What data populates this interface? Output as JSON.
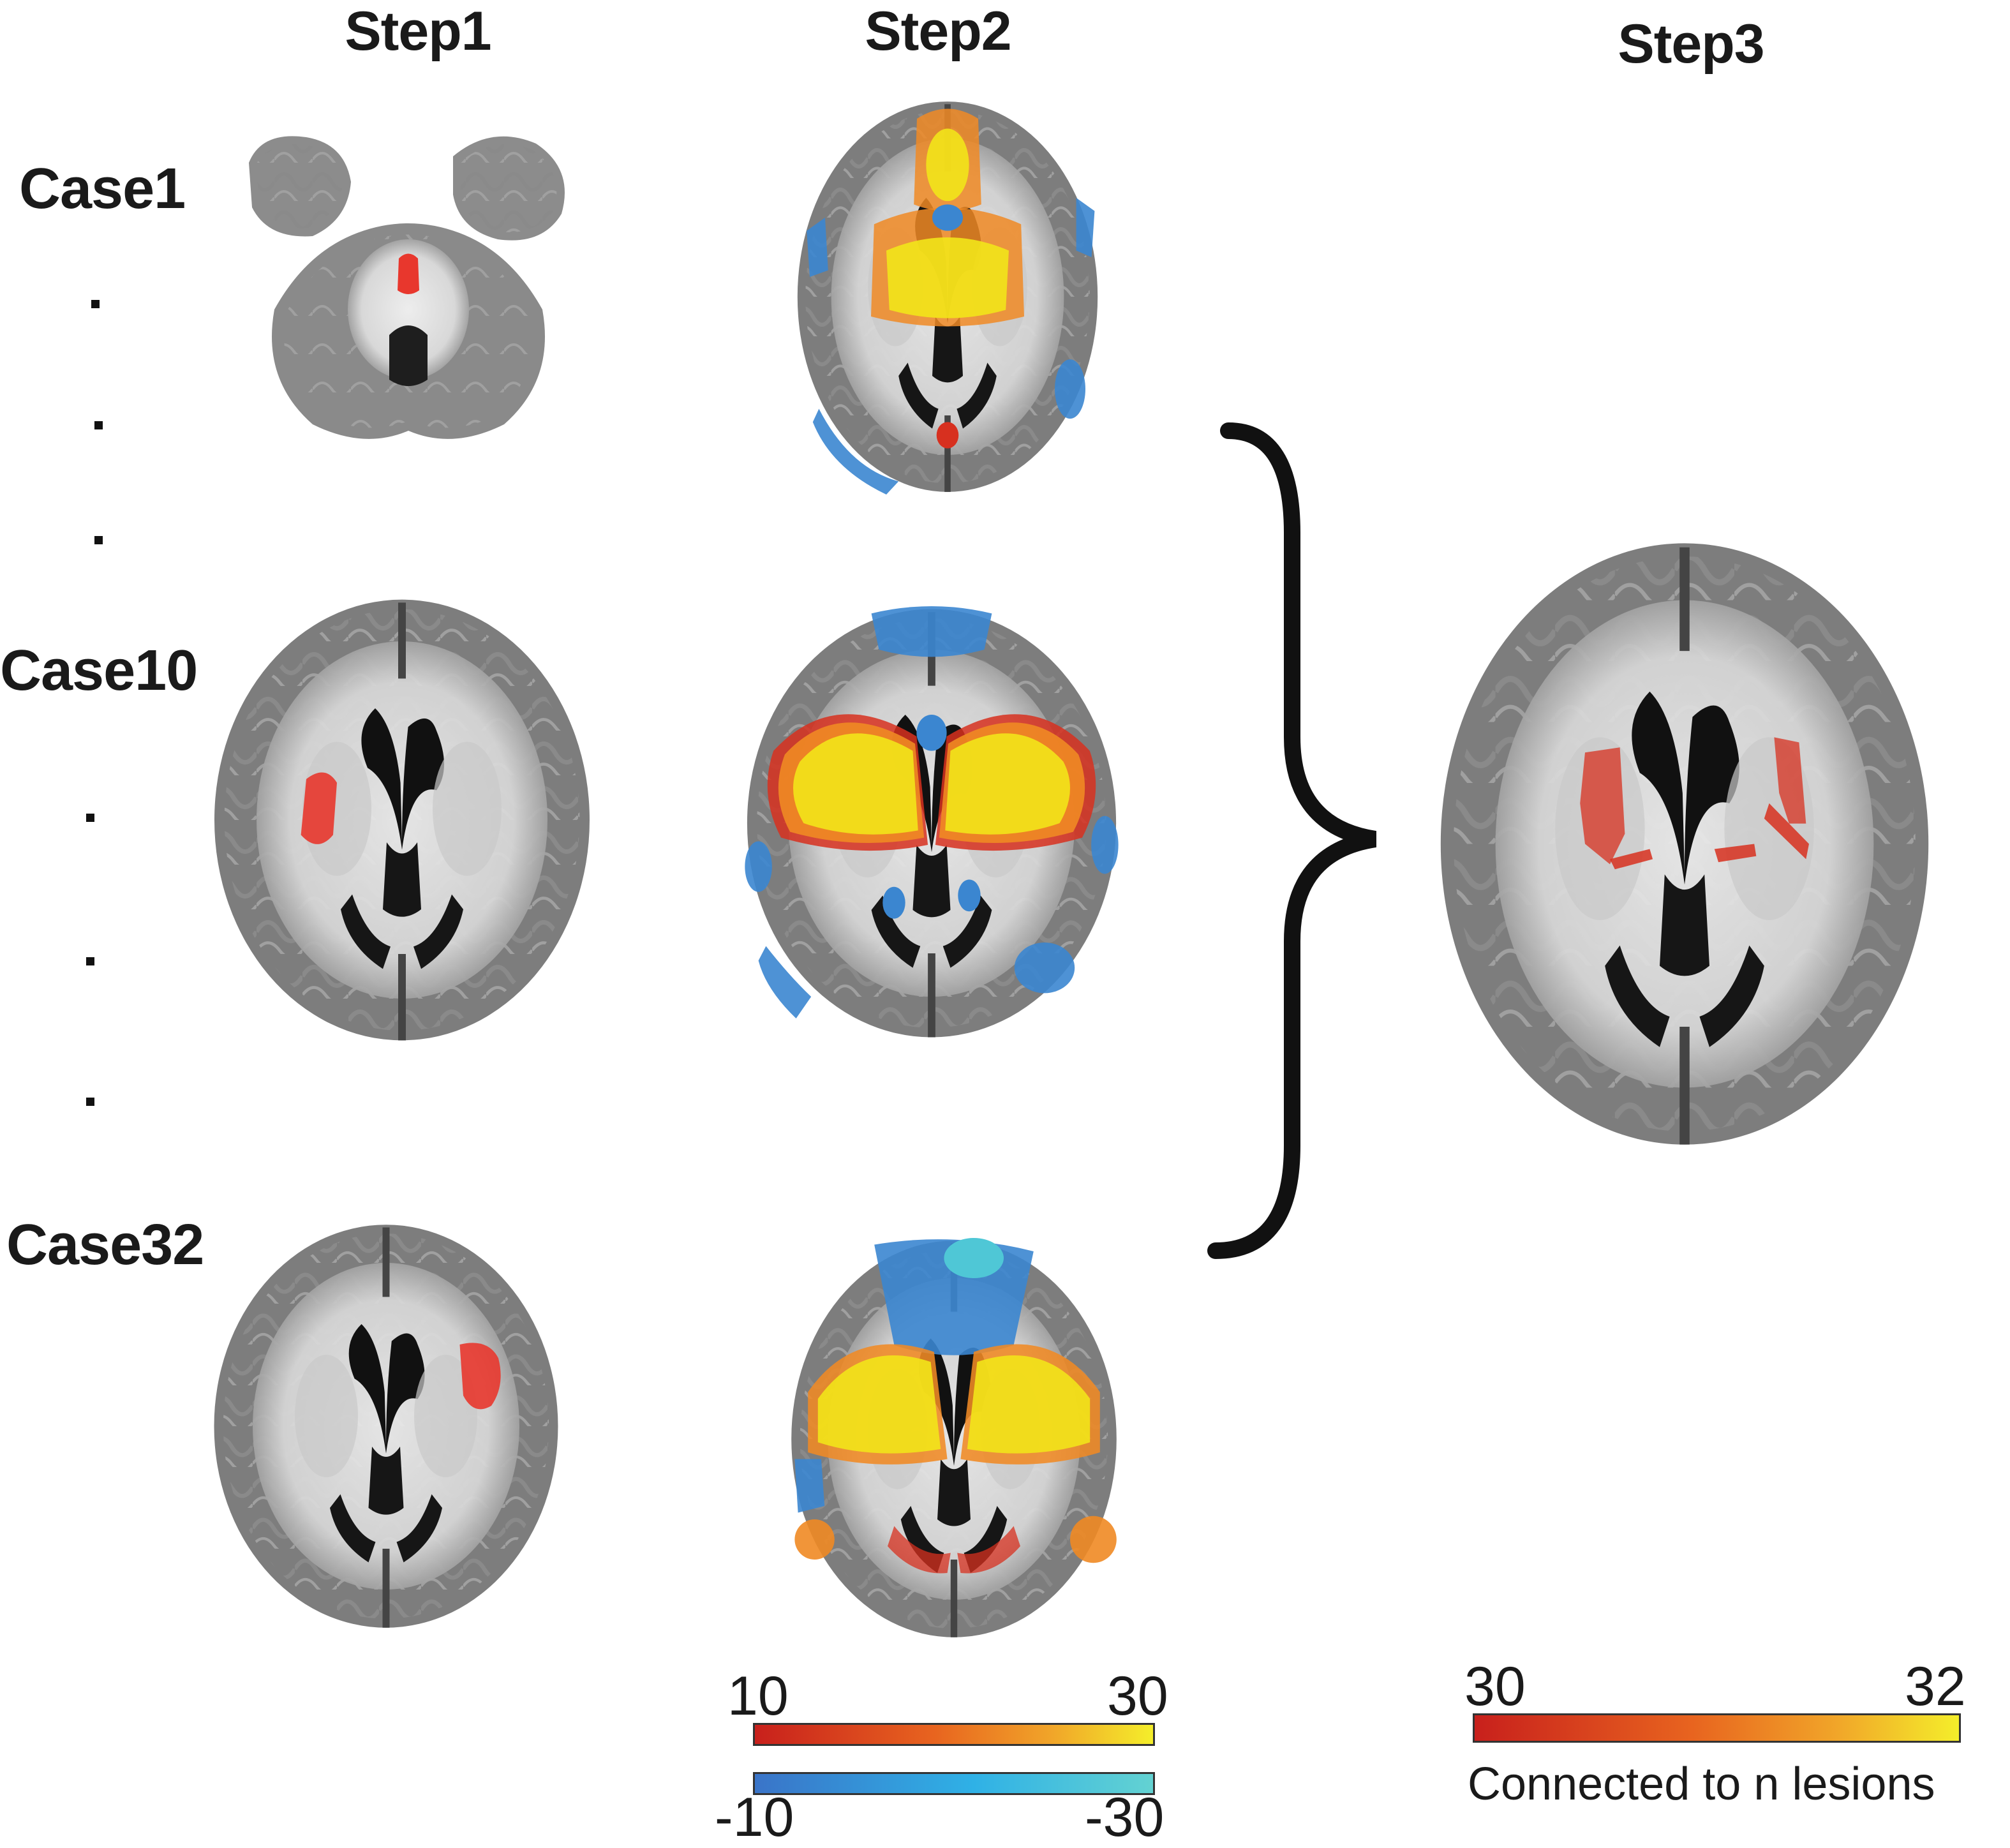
{
  "headers": {
    "step1": "Step1",
    "step2": "Step2",
    "step3": "Step3"
  },
  "cases": {
    "case1": "Case1",
    "case10": "Case10",
    "case32": "Case32"
  },
  "colorbars": {
    "positive": {
      "min_label": "10",
      "max_label": "30"
    },
    "negative": {
      "min_label": "-10",
      "max_label": "-30"
    },
    "step3": {
      "min_label": "30",
      "max_label": "32",
      "caption": "Connected to n lesions"
    }
  },
  "colors": {
    "lesion_red": "#e8372d",
    "hot_red": "#d7301f",
    "hot_orange": "#f08a24",
    "hot_yellow": "#f2e41a",
    "cool_blue": "#3b86d0",
    "cool_cyan": "#4fc7d6",
    "grey_matter": "#9a9a9a",
    "white_matter": "#e6e6e6",
    "ventricle": "#111111"
  },
  "icons": {
    "brace": "right-curly-brace-icon"
  }
}
